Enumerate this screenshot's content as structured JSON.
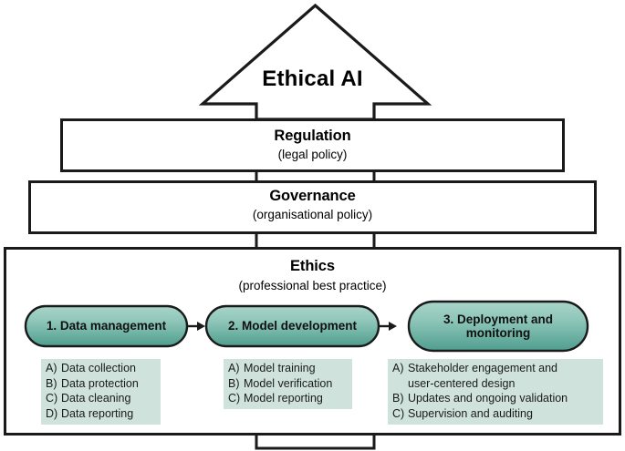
{
  "apex": {
    "label": "Ethical AI",
    "shape": "up-arrow"
  },
  "layers": [
    {
      "id": "regulation",
      "title": "Regulation",
      "subtitle": "(legal policy)"
    },
    {
      "id": "governance",
      "title": "Governance",
      "subtitle": "(organisational policy)"
    },
    {
      "id": "ethics",
      "title": "Ethics",
      "subtitle": "(professional best practice)"
    }
  ],
  "stages": [
    {
      "pill_label_line1": "1. Data management",
      "pill_label_line2": "",
      "items": [
        {
          "marker": "A)",
          "text": "Data collection",
          "cont": ""
        },
        {
          "marker": "B)",
          "text": "Data protection",
          "cont": ""
        },
        {
          "marker": "C)",
          "text": "Data cleaning",
          "cont": ""
        },
        {
          "marker": "D)",
          "text": "Data reporting",
          "cont": ""
        }
      ]
    },
    {
      "pill_label_line1": "2. Model development",
      "pill_label_line2": "",
      "items": [
        {
          "marker": "A)",
          "text": "Model training",
          "cont": ""
        },
        {
          "marker": "B)",
          "text": "Model verification",
          "cont": ""
        },
        {
          "marker": "C)",
          "text": "Model reporting",
          "cont": ""
        }
      ]
    },
    {
      "pill_label_line1": "3. Deployment and",
      "pill_label_line2": "monitoring",
      "items": [
        {
          "marker": "A)",
          "text": "Stakeholder engagement and",
          "cont": "user-centered design"
        },
        {
          "marker": "B)",
          "text": "Updates and ongoing validation",
          "cont": ""
        },
        {
          "marker": "C)",
          "text": "Supervision and auditing",
          "cont": ""
        }
      ]
    }
  ],
  "colors": {
    "outline": "#1a1a1a",
    "pill_fill_top": "#9ecdc1",
    "pill_fill_bottom": "#5aa596",
    "list_background": "#cfe3dc",
    "page_background": "#ffffff",
    "text": "#000000"
  },
  "connectors": {
    "arrow_1_to_2": "arrow-right",
    "arrow_2_to_3": "arrow-right"
  }
}
